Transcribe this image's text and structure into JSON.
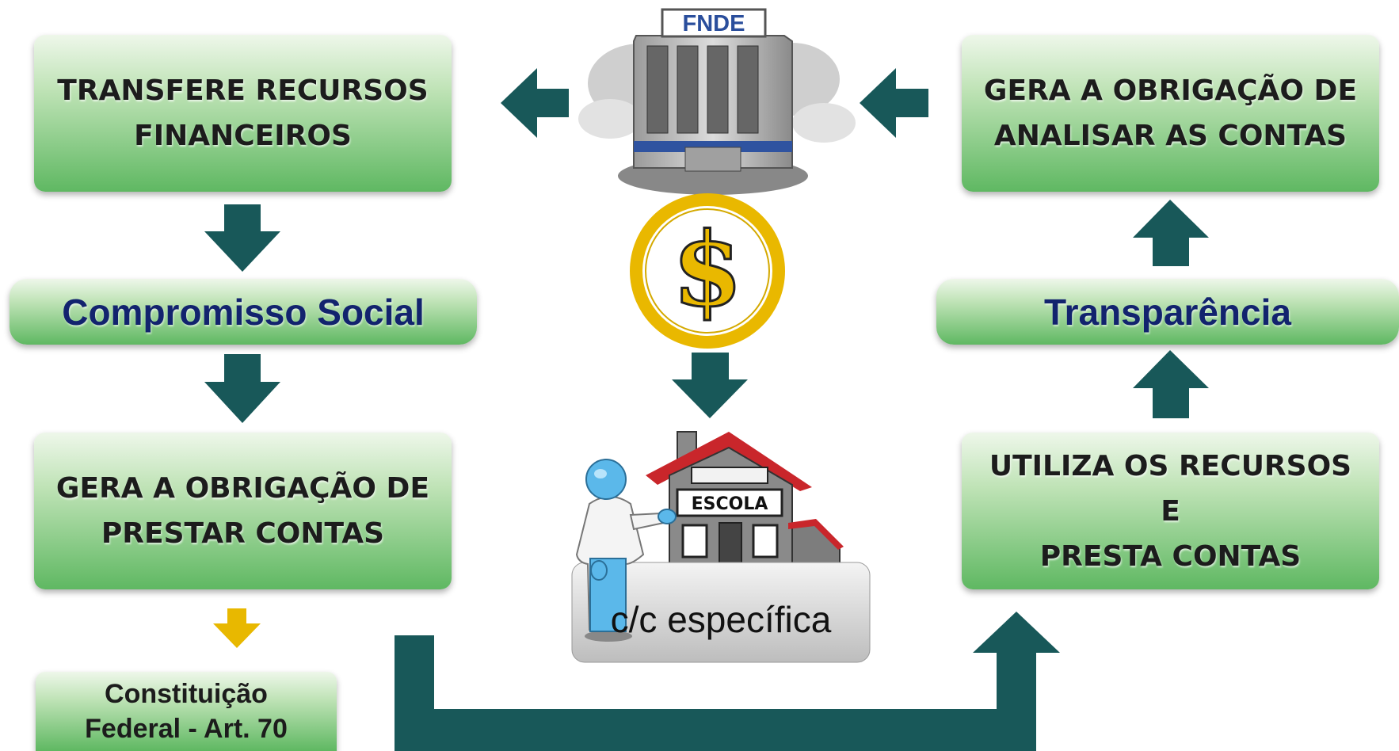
{
  "boxes": {
    "transfer": "TRANSFERE RECURSOS\nFINANCEIROS",
    "obligation_prestar": "GERA  A OBRIGAÇÃO DE\nPRESTAR CONTAS",
    "obligation_analisar": "GERA  A OBRIGAÇÃO DE\nANALISAR AS CONTAS",
    "utiliza": "UTILIZA OS RECURSOS E\nPRESTA CONTAS",
    "constituicao": "Constituição\nFederal - Art. 70"
  },
  "pills": {
    "compromisso": "Compromisso Social",
    "transparencia": "Transparência"
  },
  "center": {
    "fnde_label": "FNDE",
    "currency_symbol": "$",
    "escola_label": "ESCOLA",
    "account_label": "c/c específica"
  },
  "colors": {
    "arrow_teal": "#185859",
    "arrow_gold": "#e8b800",
    "pill_text": "#12236e"
  }
}
